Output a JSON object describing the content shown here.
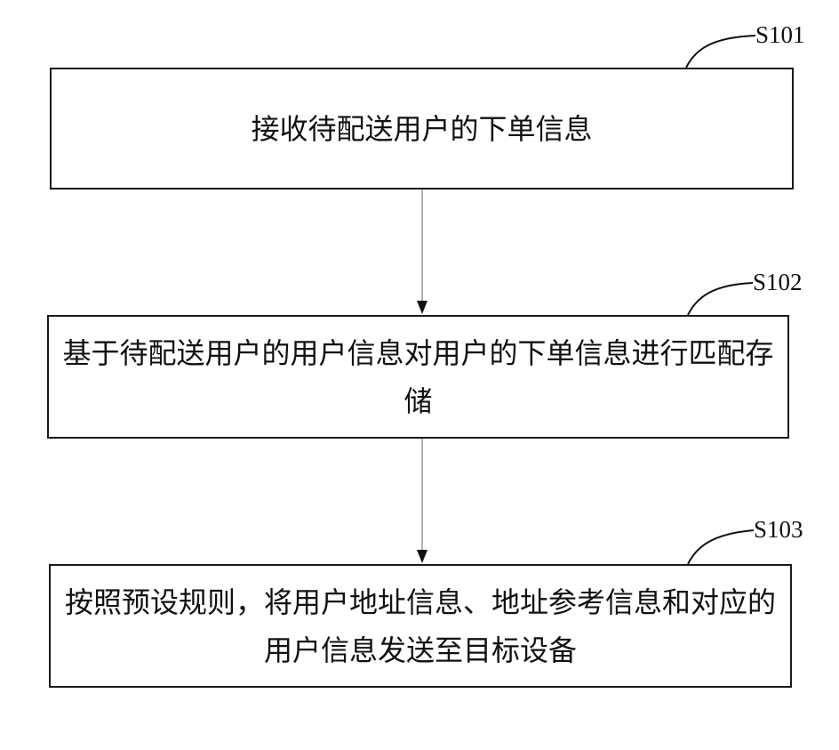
{
  "steps": [
    {
      "id": "S101",
      "text": "接收待配送用户的下单信息"
    },
    {
      "id": "S102",
      "text": "基于待配送用户的用户信息对用户的下单信息进行匹配存储"
    },
    {
      "id": "S103",
      "text": "按照预设规则，将用户地址信息、地址参考信息和对应的用户信息发送至目标设备"
    }
  ],
  "colors": {
    "box_border": "#1a1a1a",
    "arrow": "#999999",
    "arrowhead": "#111111"
  }
}
